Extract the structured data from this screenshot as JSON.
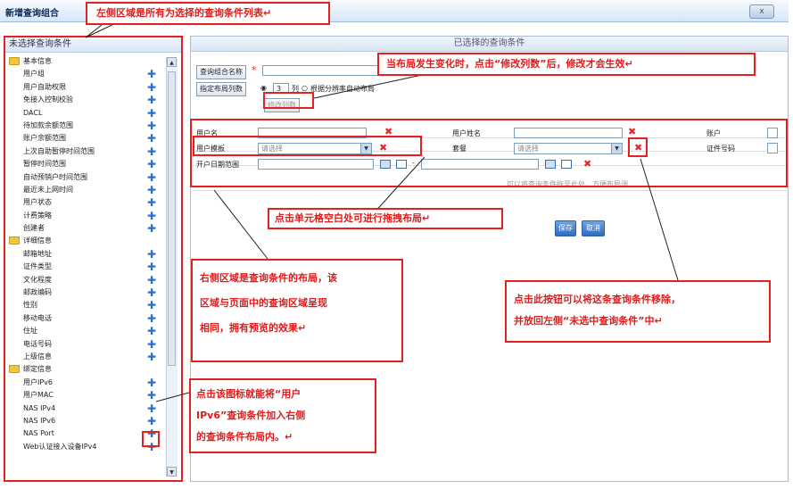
{
  "window": {
    "title": "新增查询组合",
    "close_label": "x"
  },
  "left_pane": {
    "header": "未选择查询条件",
    "groups": [
      {
        "label": "基本信息",
        "items": [
          "用户组",
          "用户自助权限",
          "免接入控制校验",
          "DACL",
          "待加款余额范围",
          "账户余额范围",
          "上次自助暂停时间范围",
          "暂停时间范围",
          "自动预销户时间范围",
          "最近未上网时间",
          "用户状态",
          "计费策略",
          "创建者"
        ]
      },
      {
        "label": "详细信息",
        "items": [
          "邮箱地址",
          "证件类型",
          "文化程度",
          "邮政编码",
          "性别",
          "移动电话",
          "住址",
          "电话号码",
          "上级信息"
        ]
      },
      {
        "label": "绑定信息",
        "items": [
          "用户IPv6",
          "用户MAC",
          "NAS IPv4",
          "NAS IPv6",
          "NAS Port",
          "Web认证接入设备IPv4"
        ]
      }
    ],
    "scroll_up": "▲",
    "scroll_down": "▼"
  },
  "right_pane": {
    "header": "已选择的查询条件",
    "combo_name_label": "查询组合名称",
    "combo_name_value": "",
    "required_mark": "*",
    "layout_label": "指定布局列数",
    "columns_value": "3",
    "columns_unit": "列",
    "auto_layout_label": "根据分辨率自动布局",
    "modify_columns_button": "修改列数",
    "fields": {
      "username": "用户名",
      "user_fullname": "用户姓名",
      "account": "账户",
      "user_template": "用户模板",
      "user_template_placeholder": "请选择",
      "subscription": "套餐",
      "subscription_placeholder": "请选择",
      "id_number": "证件号码",
      "open_date_range": "开户日期范围",
      "date_sep": "-"
    },
    "drop_hint": "可以将查询条件拖至此处，方便布局调",
    "save_button": "保存",
    "cancel_button": "取消"
  },
  "annotations": {
    "top": "左侧区域是所有为选择的查询条件列表↵",
    "layout_change": "当布局发生变化时，点击“修改列数”后，修改才会生效↵",
    "drag": "点击单元格空白处可进行拖拽布局↵",
    "right_area": [
      "右侧区域是查询条件的布局，该",
      "区域与页面中的查询区域呈现",
      "相同，拥有预览的效果↵"
    ],
    "remove": [
      "点击此按钮可以将这条查询条件移除，",
      "并放回左侧“未选中查询条件”中↵"
    ],
    "add": [
      "点击该图标就能将“用户",
      "IPv6”查询条件加入右侧",
      "的查询条件布局内。↵"
    ]
  },
  "colors": {
    "annotation_red": "#e52020",
    "plus_blue": "#2a6fd4",
    "header_bg": "#d9e6f5"
  },
  "icons": {
    "add": "plus-icon",
    "remove": "x-icon",
    "folder": "folder-icon",
    "calendar": "calendar-icon"
  }
}
